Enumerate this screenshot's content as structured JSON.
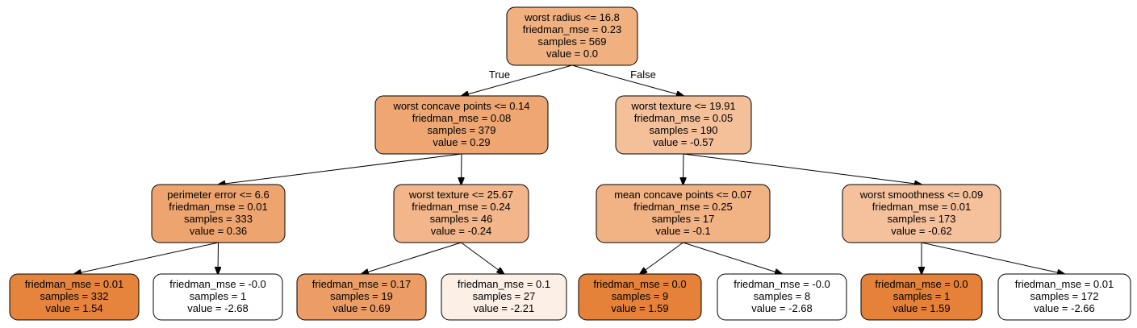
{
  "nodes": [
    {
      "id": "n0",
      "lines": [
        "worst radius <= 16.8",
        "friedman_mse = 0.23",
        "samples = 569",
        "value = 0.0"
      ],
      "fill": "#f1b07f"
    },
    {
      "id": "n1",
      "lines": [
        "worst concave points <= 0.14",
        "friedman_mse = 0.08",
        "samples = 379",
        "value = 0.29"
      ],
      "fill": "#eea772"
    },
    {
      "id": "n2",
      "lines": [
        "worst texture <= 19.91",
        "friedman_mse = 0.05",
        "samples = 190",
        "value = -0.57"
      ],
      "fill": "#f4c09a"
    },
    {
      "id": "n3",
      "lines": [
        "perimeter error <= 6.6",
        "friedman_mse = 0.01",
        "samples = 333",
        "value = 0.36"
      ],
      "fill": "#eea46f"
    },
    {
      "id": "n4",
      "lines": [
        "worst texture <= 25.67",
        "friedman_mse = 0.24",
        "samples = 46",
        "value = -0.24"
      ],
      "fill": "#f2b68a"
    },
    {
      "id": "n5",
      "lines": [
        "mean concave points <= 0.07",
        "friedman_mse = 0.25",
        "samples = 17",
        "value = -0.1"
      ],
      "fill": "#f1b284"
    },
    {
      "id": "n6",
      "lines": [
        "worst smoothness <= 0.09",
        "friedman_mse = 0.01",
        "samples = 173",
        "value = -0.62"
      ],
      "fill": "#f4c19c"
    },
    {
      "id": "n7",
      "lines": [
        "friedman_mse = 0.01",
        "samples = 332",
        "value = 1.54"
      ],
      "fill": "#e6843d"
    },
    {
      "id": "n8",
      "lines": [
        "friedman_mse = -0.0",
        "samples = 1",
        "value = -2.68"
      ],
      "fill": "#ffffff"
    },
    {
      "id": "n9",
      "lines": [
        "friedman_mse = 0.17",
        "samples = 19",
        "value = 0.69"
      ],
      "fill": "#eb9d65"
    },
    {
      "id": "n10",
      "lines": [
        "friedman_mse = 0.1",
        "samples = 27",
        "value = -2.21"
      ],
      "fill": "#fcefe6"
    },
    {
      "id": "n11",
      "lines": [
        "friedman_mse = 0.0",
        "samples = 9",
        "value = 1.59"
      ],
      "fill": "#e58139"
    },
    {
      "id": "n12",
      "lines": [
        "friedman_mse = -0.0",
        "samples = 8",
        "value = -2.68"
      ],
      "fill": "#ffffff"
    },
    {
      "id": "n13",
      "lines": [
        "friedman_mse = 0.0",
        "samples = 1",
        "value = 1.59"
      ],
      "fill": "#e58139"
    },
    {
      "id": "n14",
      "lines": [
        "friedman_mse = 0.01",
        "samples = 172",
        "value = -2.66"
      ],
      "fill": "#ffffff"
    }
  ],
  "edges": [
    {
      "from": "n0",
      "to": "n1",
      "label": "True"
    },
    {
      "from": "n0",
      "to": "n2",
      "label": "False"
    },
    {
      "from": "n1",
      "to": "n3",
      "label": ""
    },
    {
      "from": "n1",
      "to": "n4",
      "label": ""
    },
    {
      "from": "n2",
      "to": "n5",
      "label": ""
    },
    {
      "from": "n2",
      "to": "n6",
      "label": ""
    },
    {
      "from": "n3",
      "to": "n7",
      "label": ""
    },
    {
      "from": "n3",
      "to": "n8",
      "label": ""
    },
    {
      "from": "n4",
      "to": "n9",
      "label": ""
    },
    {
      "from": "n4",
      "to": "n10",
      "label": ""
    },
    {
      "from": "n5",
      "to": "n11",
      "label": ""
    },
    {
      "from": "n5",
      "to": "n12",
      "label": ""
    },
    {
      "from": "n6",
      "to": "n13",
      "label": ""
    },
    {
      "from": "n6",
      "to": "n14",
      "label": ""
    }
  ]
}
